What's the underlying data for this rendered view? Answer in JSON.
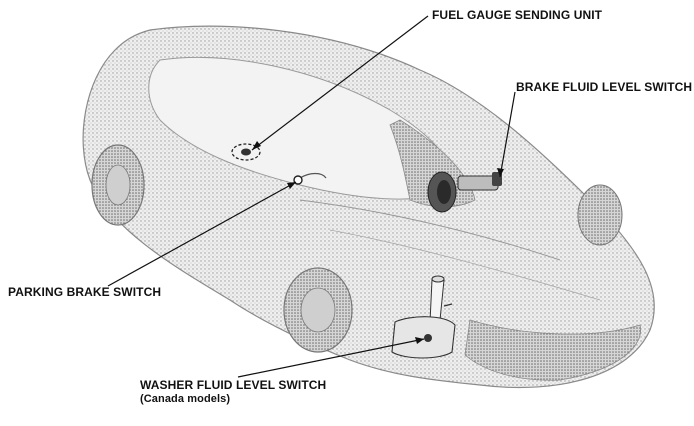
{
  "labels": {
    "fuel_gauge": "FUEL GAUGE SENDING UNIT",
    "brake_fluid": "BRAKE FLUID LEVEL SWITCH",
    "parking_brake": "PARKING BRAKE SWITCH",
    "washer_fluid": "WASHER FLUID LEVEL SWITCH",
    "washer_fluid_note": "(Canada models)"
  },
  "colors": {
    "ink": "#111111",
    "body_shade": "#c9c9c9",
    "body_stroke": "#8a8a8a"
  }
}
